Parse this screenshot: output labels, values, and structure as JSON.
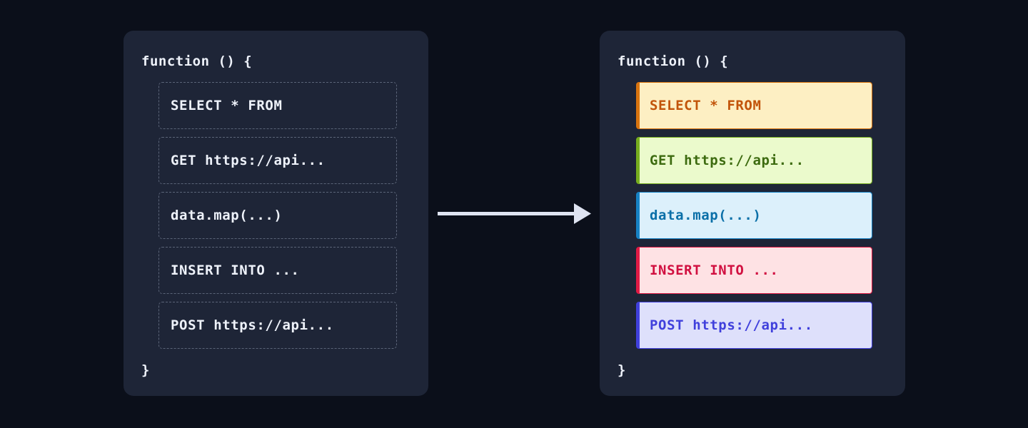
{
  "theme": {
    "page_background": "#0b0f1a",
    "panel_background": "#1e2537",
    "code_text": "#eef2fa",
    "dashed_border": "#5b6478",
    "arrow_color": "#dfe4f2"
  },
  "before_panel": {
    "header": "function () {",
    "footer": "}",
    "rows": [
      {
        "text": "SELECT * FROM"
      },
      {
        "text": "GET https://api..."
      },
      {
        "text": "data.map(...)"
      },
      {
        "text": "INSERT INTO ..."
      },
      {
        "text": "POST https://api..."
      }
    ]
  },
  "after_panel": {
    "header": "function () {",
    "footer": "}",
    "rows": [
      {
        "text": "SELECT * FROM",
        "fill": "#fdefc3",
        "border": "#d9740f",
        "accent": "#d9740f",
        "text_color": "#c2540a"
      },
      {
        "text": "GET https://api...",
        "fill": "#ebfacc",
        "border": "#77ae1f",
        "accent": "#77ae1f",
        "text_color": "#3d6b10"
      },
      {
        "text": "data.map(...)",
        "fill": "#dcf0fb",
        "border": "#1782c4",
        "accent": "#1782c4",
        "text_color": "#0a6fa8"
      },
      {
        "text": "INSERT INTO ...",
        "fill": "#fee2e4",
        "border": "#e01b45",
        "accent": "#e01b45",
        "text_color": "#d11040"
      },
      {
        "text": "POST https://api...",
        "fill": "#dee0fb",
        "border": "#4040dc",
        "accent": "#4040dc",
        "text_color": "#4040dc"
      }
    ]
  },
  "arrow": {
    "name": "rightward-transform-arrow",
    "color": "#dfe4f2"
  }
}
